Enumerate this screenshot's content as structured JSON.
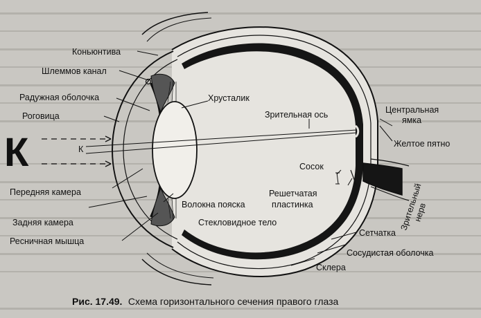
{
  "figure": {
    "caption_number": "Рис. 17.49.",
    "caption_text": "Схема горизонтального сечения правого глаза",
    "big_letter": "К",
    "small_letter": "К"
  },
  "labels": {
    "konyuntiva": "Коньюнтива",
    "shlemm": "Шлеммов канал",
    "raduzhnaya": "Радужная оболочка",
    "rogovitsa": "Роговица",
    "perednyaya": "Передняя камера",
    "zadnyaya": "Задняя камера",
    "resnichnaya": "Ресничная мышца",
    "khrustalik": "Хрусталик",
    "volokna": "Волокна пояска",
    "zritelnaya_os": "Зрительная ось",
    "tsentralnaya_1": "Центральная",
    "tsentralnaya_2": "ямка",
    "zheltoe": "Желтое пятно",
    "sosok": "Сосок",
    "reshetchataya_1": "Решетчатая",
    "reshetchataya_2": "пластинка",
    "zritelny_nerv_1": "Зрительный",
    "zritelny_nerv_2": "нерв",
    "steklovidnoe": "Стекловидное тело",
    "setchatka": "Сетчатка",
    "sosudistaya": "Сосудистая оболочка",
    "sklera": "Склера"
  },
  "colors": {
    "paper": "#c9c7c2",
    "ink": "#111111",
    "eye_fill": "#e6e4df"
  }
}
